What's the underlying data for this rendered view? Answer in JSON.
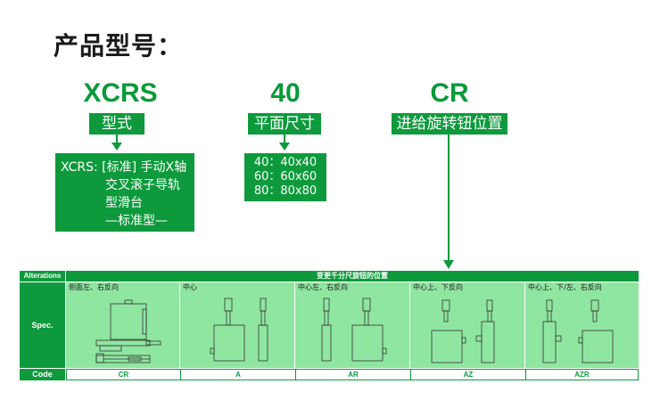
{
  "page_title": "产品型号：",
  "codes": {
    "part1": {
      "code": "XCRS",
      "tag": "型式",
      "details": [
        "XCRS: [标准] 手动X轴",
        "交叉滚子导轨",
        "型滑台",
        "—标准型—"
      ]
    },
    "part2": {
      "code": "40",
      "tag": "平面尺寸",
      "details": [
        "40：40x40",
        "60：60x60",
        "80：80x80"
      ]
    },
    "part3": {
      "code": "CR",
      "tag": "进给旋转钮位置"
    }
  },
  "table": {
    "alterations_label": "Alterations",
    "header": "变更千分尺旋钮的位置",
    "spec_label": "Spec.",
    "code_label": "Code",
    "columns": [
      {
        "label": "侧面左、右反向",
        "code": "CR"
      },
      {
        "label": "中心",
        "code": "A"
      },
      {
        "label": "中心左、右反向",
        "code": "AR"
      },
      {
        "label": "中心上、下反向",
        "code": "AZ"
      },
      {
        "label": "中心上、下/左、右反向",
        "code": "AZR"
      }
    ]
  },
  "colors": {
    "brand_green": "#0e9a3c",
    "light_green": "#8fe6a0",
    "code_text_green": "#0a9a3a"
  }
}
